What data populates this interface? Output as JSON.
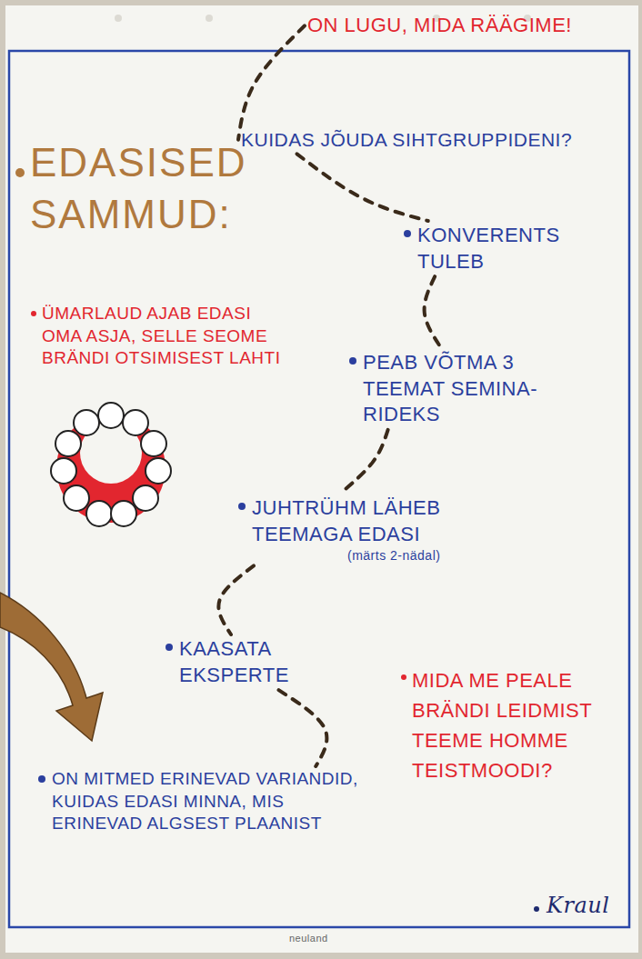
{
  "diagram": {
    "title": "EDASISED SAMMUD:",
    "nodes": [
      {
        "text": [
          "ON LUGU, MIDA RÄÄGIME!"
        ]
      },
      {
        "text": [
          "KUIDAS JÕUDA SIHTGRUPPIDENI?"
        ]
      },
      {
        "text": [
          "KONVERENTS TULEB"
        ]
      },
      {
        "text": [
          "PEAB VÕTMA 3 TEEMAT SEMINA-RIDEKS"
        ]
      },
      {
        "text": [
          "JUHTRÜHM LÄHEB TEEMAGA EDASI",
          "(märts 2-nädal)"
        ]
      },
      {
        "text": [
          "KAASATA EKSPERTE"
        ]
      },
      {
        "text": [
          "ON MITMED ERINEVAD VARIANDID, KUIDAS EDASI MINNA, MIS ERINEVAD ALGSEST PLAANIST"
        ]
      }
    ],
    "edges": [
      {
        "from": 0,
        "to": 1,
        "arrow": "none"
      },
      {
        "from": 1,
        "to": 2,
        "arrow": "none"
      },
      {
        "from": 2,
        "to": 3,
        "arrow": "none"
      },
      {
        "from": 3,
        "to": 4,
        "arrow": "none"
      },
      {
        "from": 4,
        "to": 5,
        "arrow": "none"
      },
      {
        "from": 5,
        "to": 6,
        "arrow": "none"
      }
    ],
    "labels": [
      "ÜMARLAUD AJAB EDASI OMA ASJA, SELLE SEOME BRÄNDI OTSIMISEST LAHTI",
      "MIDA ME PEALE BRÄNDI LEIDMIST TEEME HOMME TEISTMOODI?",
      "Kraul",
      "neuland"
    ]
  }
}
